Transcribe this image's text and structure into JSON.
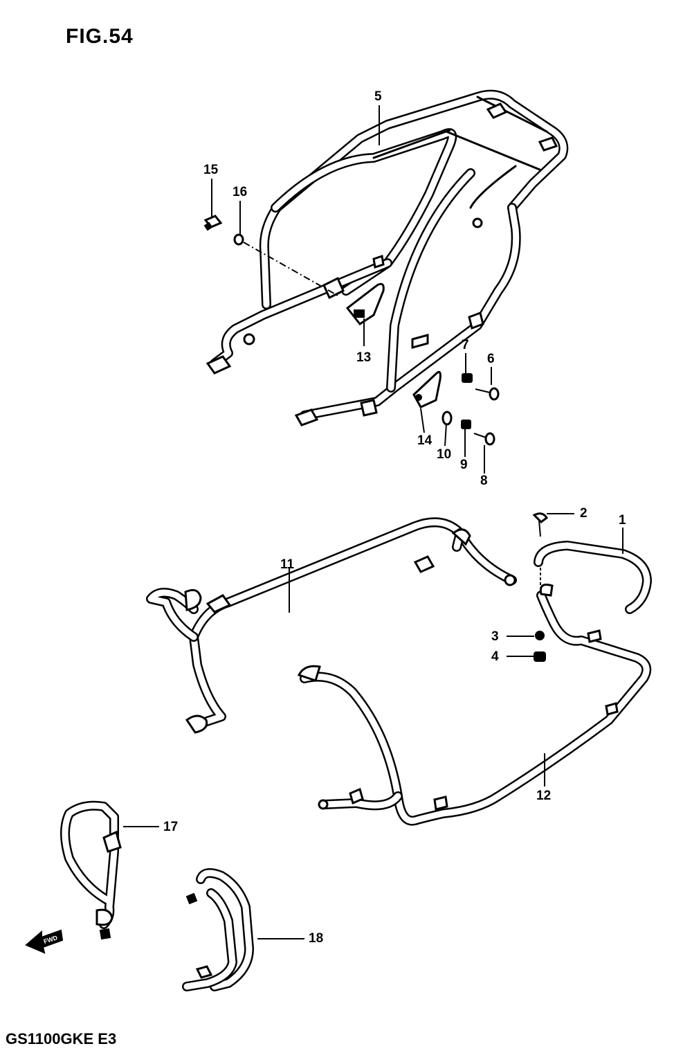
{
  "figure": {
    "title": "FIG.54",
    "model_code": "GS1100GKE E3",
    "fwd_label": "FWD"
  },
  "callouts": [
    "1",
    "2",
    "3",
    "4",
    "5",
    "6",
    "7",
    "8",
    "9",
    "10",
    "11",
    "12",
    "13",
    "14",
    "15",
    "16",
    "17",
    "18"
  ]
}
